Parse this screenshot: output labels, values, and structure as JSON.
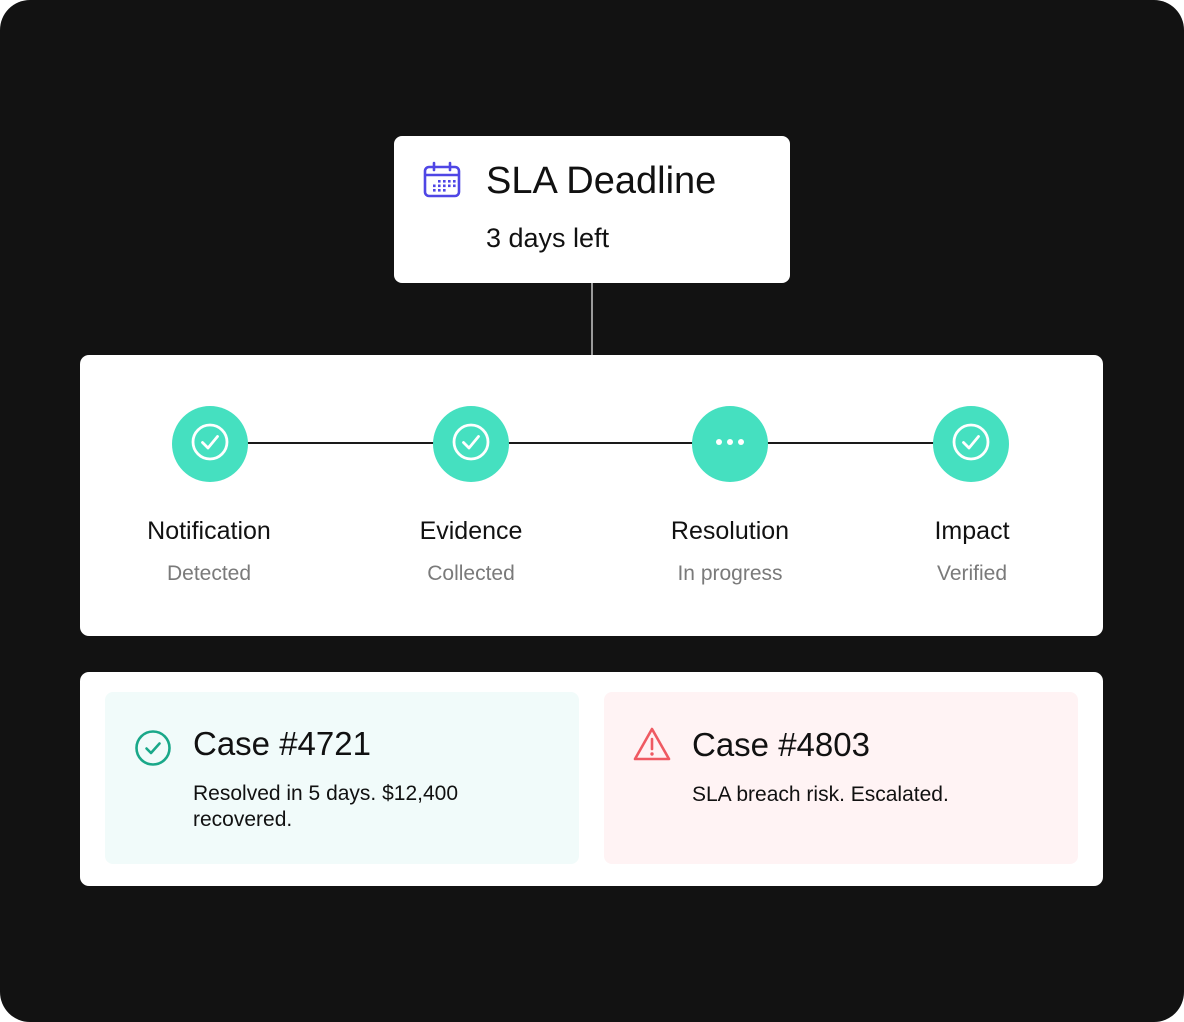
{
  "sla": {
    "title": "SLA Deadline",
    "subtitle": "3 days left",
    "icon": "calendar-icon"
  },
  "steps": [
    {
      "label": "Notification",
      "status": "Detected",
      "state": "done",
      "icon": "check-circle-icon"
    },
    {
      "label": "Evidence",
      "status": "Collected",
      "state": "done",
      "icon": "check-circle-icon"
    },
    {
      "label": "Resolution",
      "status": "In progress",
      "state": "in-progress",
      "icon": "more-dots-icon"
    },
    {
      "label": "Impact",
      "status": "Verified",
      "state": "done",
      "icon": "check-circle-icon"
    }
  ],
  "cases": [
    {
      "title": "Case #4721",
      "description": "Resolved in 5 days. $12,400 recovered.",
      "state": "success",
      "icon": "check-circle-icon"
    },
    {
      "title": "Case #4803",
      "description": "SLA breach risk. Escalated.",
      "state": "warning",
      "icon": "warning-triangle-icon"
    }
  ],
  "colors": {
    "background": "#121212",
    "card": "#ffffff",
    "accent_teal": "#45e0c0",
    "calendar_blue": "#4f46e5",
    "success_green": "#1aa889",
    "success_bg": "#f1fbfa",
    "warning_red": "#ef5a62",
    "warning_bg": "#fff3f4"
  }
}
